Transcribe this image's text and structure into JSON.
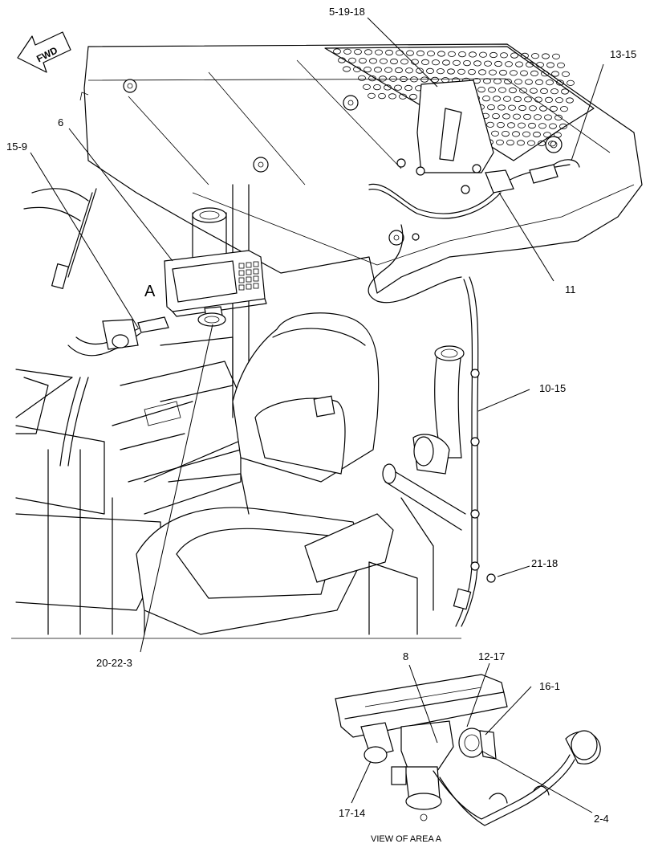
{
  "fwd_label": "FWD",
  "area_label": "A",
  "view_caption": "VIEW OF AREA A",
  "callouts": [
    {
      "text": "5-19-18"
    },
    {
      "text": "13-15"
    },
    {
      "text": "6"
    },
    {
      "text": "15-9"
    },
    {
      "text": "11"
    },
    {
      "text": "10-15"
    },
    {
      "text": "21-18"
    },
    {
      "text": "20-22-3"
    },
    {
      "text": "8"
    },
    {
      "text": "12-17"
    },
    {
      "text": "16-1"
    },
    {
      "text": "17-14"
    },
    {
      "text": "2-4"
    }
  ]
}
